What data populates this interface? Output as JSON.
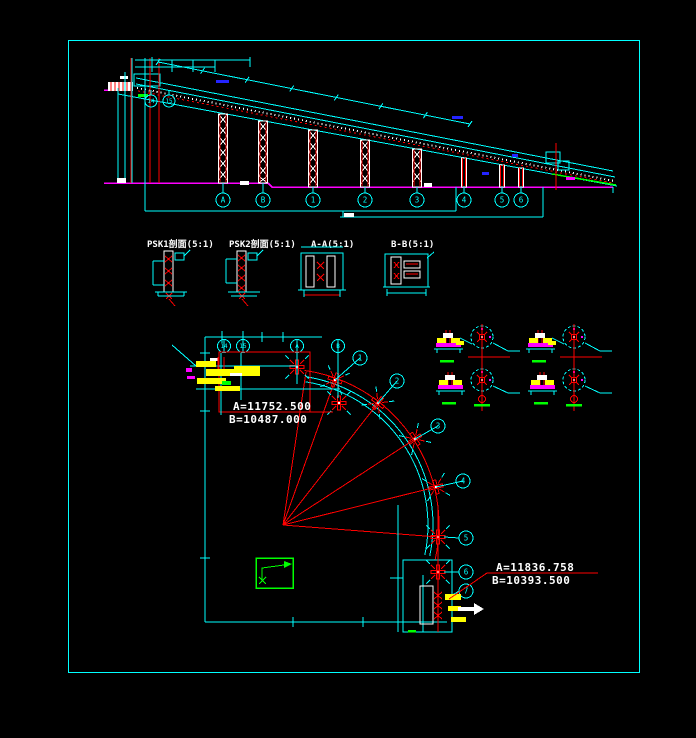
{
  "sections": [
    {
      "title": "PSK1剖面(5:1)"
    },
    {
      "title": "PSK2剖面(5:1)"
    },
    {
      "title": "A-A(5:1)"
    },
    {
      "title": "B-B(5:1)"
    }
  ],
  "coords": [
    {
      "a": "A=11752.500",
      "b": "B=10487.000"
    },
    {
      "a": "A=11836.758",
      "b": "B=10393.500"
    }
  ],
  "grid_labels": {
    "elevation_bottom": [
      "A",
      "B",
      "1",
      "2",
      "3",
      "4",
      "5",
      "6"
    ],
    "elevation_head": [
      "14",
      "15"
    ],
    "plan_top": [
      "14",
      "15",
      "A",
      "B"
    ],
    "plan_arc": [
      "1",
      "2",
      "3",
      "4",
      "5",
      "6",
      "7"
    ]
  },
  "palette": {
    "line": "#00ffff",
    "axis_red": "#ff0000",
    "ground_magenta": "#ff00ff",
    "highlight_yellow": "#ffff00",
    "detail_green": "#00ff00",
    "text_white": "#ffffff",
    "aux_blue": "#2424ff"
  }
}
